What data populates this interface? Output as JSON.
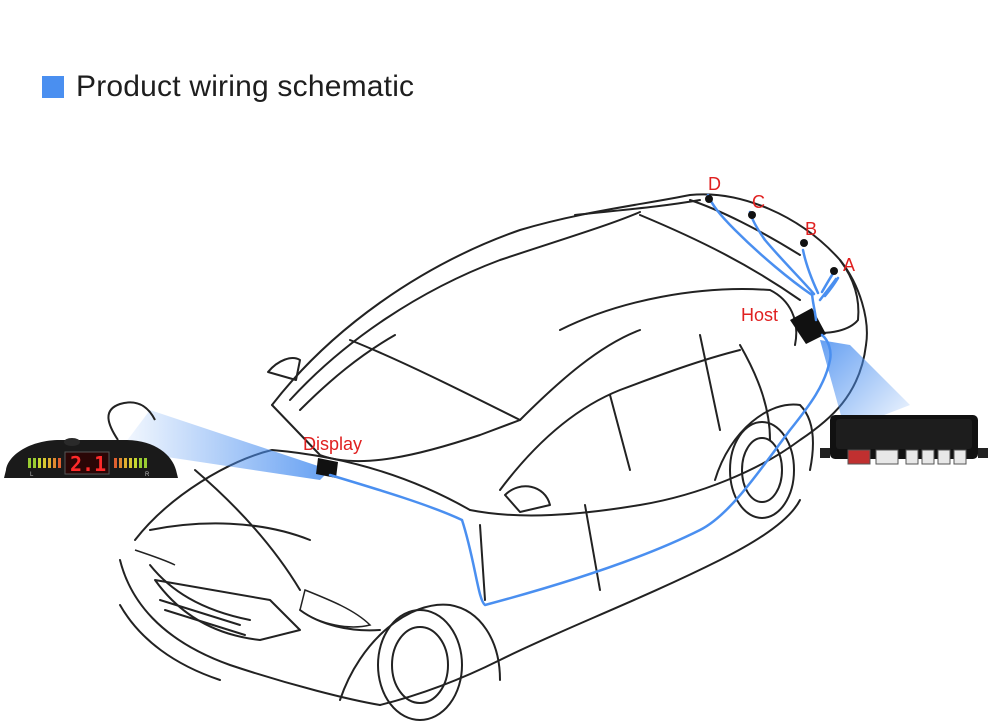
{
  "header": {
    "title": "Product wiring schematic",
    "icon": "blue-square-icon",
    "accent": "#4a8ff0"
  },
  "labels": {
    "sensor_d": "D",
    "sensor_c": "C",
    "sensor_b": "B",
    "sensor_a": "A",
    "host": "Host",
    "display": "Display"
  },
  "display_unit": {
    "readout": "2.1",
    "left_mark": "L",
    "right_mark": "R"
  },
  "colors": {
    "wire": "#4a8ff0",
    "label": "#e02020",
    "outline": "#222222"
  }
}
